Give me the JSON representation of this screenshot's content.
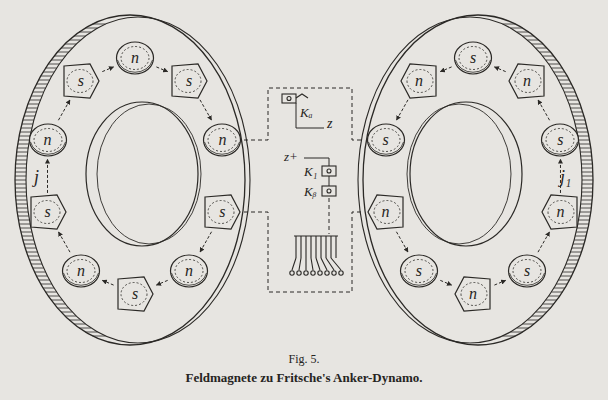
{
  "diagram": {
    "caption": "Feldmagnete zu Fritsche's Anker-Dynamo.",
    "nodes": [
      {
        "text": [
          "j"
        ]
      },
      {
        "text": [
          "n"
        ],
        "in": 0
      },
      {
        "text": [
          "s"
        ],
        "in": 0
      },
      {
        "text": [
          "n"
        ],
        "in": 0
      },
      {
        "text": [
          "s"
        ],
        "in": 0
      },
      {
        "text": [
          "n"
        ],
        "in": 0
      },
      {
        "text": [
          "s"
        ],
        "in": 0
      },
      {
        "text": [
          "n"
        ],
        "in": 0
      },
      {
        "text": [
          "s"
        ],
        "in": 0
      },
      {
        "text": [
          "n"
        ],
        "in": 0
      },
      {
        "text": [
          "s"
        ],
        "in": 0
      },
      {
        "text": [
          "j₁"
        ]
      },
      {
        "text": [
          "s"
        ],
        "in": 11
      },
      {
        "text": [
          "n"
        ],
        "in": 11
      },
      {
        "text": [
          "s"
        ],
        "in": 11
      },
      {
        "text": [
          "n"
        ],
        "in": 11
      },
      {
        "text": [
          "s"
        ],
        "in": 11
      },
      {
        "text": [
          "n"
        ],
        "in": 11
      },
      {
        "text": [
          "s"
        ],
        "in": 11
      },
      {
        "text": [
          "n"
        ],
        "in": 11
      },
      {
        "text": [
          "s"
        ],
        "in": 11
      },
      {
        "text": [
          "n"
        ],
        "in": 11
      }
    ],
    "edges": [
      {
        "from": 4,
        "to": 5,
        "arrow": "to"
      },
      {
        "from": 5,
        "to": 6,
        "arrow": "to"
      },
      {
        "from": 6,
        "to": 7,
        "arrow": "to"
      },
      {
        "from": 7,
        "to": 8,
        "arrow": "to"
      },
      {
        "from": 8,
        "to": 9,
        "arrow": "to"
      },
      {
        "from": 9,
        "to": 10,
        "arrow": "to"
      },
      {
        "from": 10,
        "to": 1,
        "arrow": "to"
      },
      {
        "from": 1,
        "to": 2,
        "arrow": "to"
      },
      {
        "from": 2,
        "to": 3,
        "arrow": "to"
      },
      {
        "from": 15,
        "to": 16,
        "arrow": "to"
      },
      {
        "from": 16,
        "to": 17,
        "arrow": "to"
      },
      {
        "from": 17,
        "to": 18,
        "arrow": "to"
      },
      {
        "from": 18,
        "to": 19,
        "arrow": "to"
      },
      {
        "from": 19,
        "to": 20,
        "arrow": "to"
      },
      {
        "from": 20,
        "to": 21,
        "arrow": "to"
      },
      {
        "from": 21,
        "to": 12,
        "arrow": "to"
      },
      {
        "from": 12,
        "to": 13,
        "arrow": "to"
      },
      {
        "from": 13,
        "to": 14,
        "arrow": "to"
      }
    ],
    "labels": [
      "Kₐ",
      "z",
      "z+",
      "K₁",
      "Kᵦ",
      "Fig. 5."
    ]
  }
}
